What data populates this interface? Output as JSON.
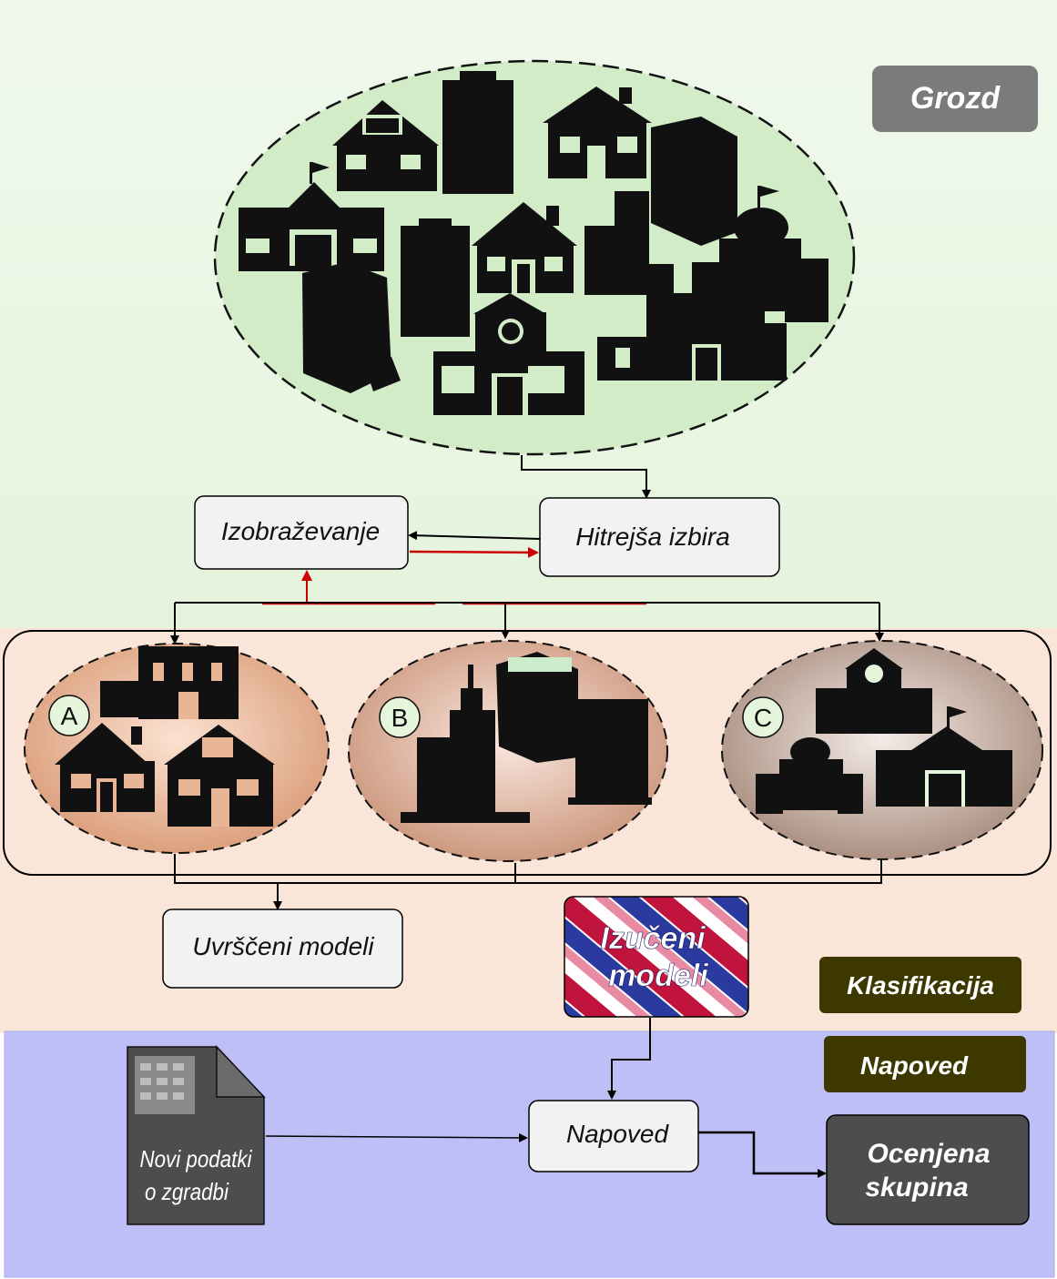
{
  "sections": {
    "cluster_label": "Grozd",
    "classification_label": "Klasifikacija",
    "prediction_label": "Napoved"
  },
  "process": {
    "training": "Izobraževanje",
    "fast_selection": "Hitrejša izbira",
    "ranked_models": "Uvrščeni modeli",
    "learned_models_line1": "Izučeni",
    "learned_models_line2": "modeli",
    "prediction": "Napoved",
    "result_line1": "Ocenjena",
    "result_line2": "skupina",
    "new_data_line1": "Novi podatki",
    "new_data_line2": "o zgradbi"
  },
  "clusters": [
    {
      "id": "A"
    },
    {
      "id": "B"
    },
    {
      "id": "C"
    }
  ],
  "colors": {
    "cluster_bg": "#eef8e8",
    "cluster_ellipse": "#d2ecc8",
    "classification_bg": "#f9e6d9",
    "prediction_bg": "#bfbff7",
    "olive_box": "#3c3800",
    "grey_box": "#4d4d4d",
    "grozd_box": "#7b7b7b",
    "red_arrow": "#cc0000"
  }
}
